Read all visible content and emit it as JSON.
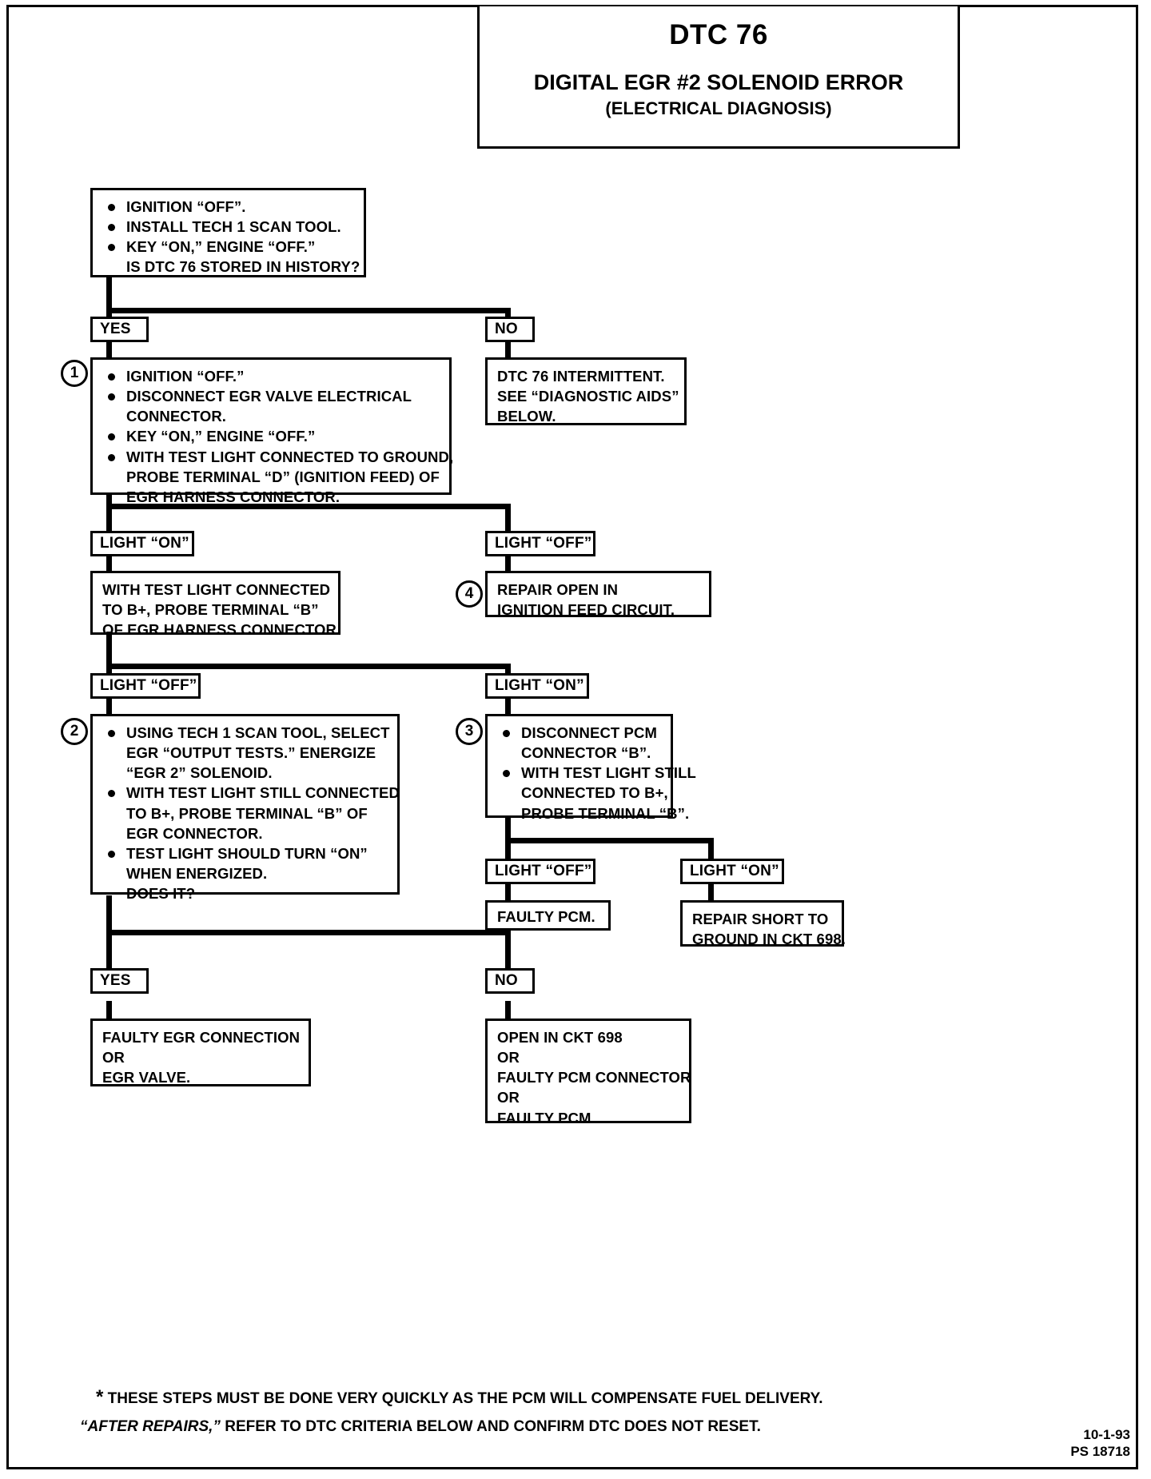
{
  "header": {
    "code": "DTC 76",
    "title": "DIGITAL EGR #2 SOLENOID ERROR",
    "subtitle": "(ELECTRICAL DIAGNOSIS)"
  },
  "nodes": {
    "start": {
      "lines": [
        "IGNITION “OFF”.",
        "INSTALL TECH 1 SCAN TOOL.",
        "KEY “ON,” ENGINE “OFF.”",
        "IS DTC 76 STORED IN HISTORY?"
      ]
    },
    "step1": {
      "number": "1",
      "lines": [
        "IGNITION “OFF.”",
        "DISCONNECT EGR VALVE ELECTRICAL",
        "CONNECTOR.",
        "KEY “ON,” ENGINE “OFF.”",
        "WITH TEST LIGHT CONNECTED TO GROUND,",
        "PROBE TERMINAL “D” (IGNITION FEED) OF",
        "EGR HARNESS CONNECTOR."
      ]
    },
    "intermittent": {
      "lines": [
        "DTC 76 INTERMITTENT.",
        "SEE “DIAGNOSTIC AIDS”",
        "BELOW."
      ]
    },
    "probe_b": {
      "lines": [
        "WITH TEST LIGHT CONNECTED",
        "TO B+, PROBE TERMINAL “B”",
        "OF EGR HARNESS CONNECTOR."
      ]
    },
    "repair_open": {
      "number": "4",
      "lines": [
        "REPAIR OPEN IN",
        "IGNITION FEED CIRCUIT."
      ]
    },
    "step2": {
      "number": "2",
      "lines": [
        "USING TECH 1 SCAN TOOL, SELECT",
        "EGR “OUTPUT TESTS.”  ENERGIZE",
        "“EGR 2” SOLENOID.",
        "WITH TEST LIGHT STILL CONNECTED",
        "TO B+, PROBE TERMINAL “B” OF",
        "EGR CONNECTOR.",
        "TEST LIGHT SHOULD TURN “ON”",
        "WHEN ENERGIZED.",
        "DOES IT?"
      ]
    },
    "step3": {
      "number": "3",
      "lines": [
        "DISCONNECT PCM",
        "CONNECTOR “B”.",
        "WITH TEST LIGHT STILL",
        "CONNECTED TO B+,",
        "PROBE TERMINAL “B”."
      ]
    },
    "faulty_pcm": {
      "lines": [
        "FAULTY PCM."
      ]
    },
    "repair_short": {
      "lines": [
        "REPAIR SHORT TO",
        "GROUND IN CKT 698."
      ]
    },
    "faulty_egr": {
      "lines": [
        "FAULTY EGR CONNECTION",
        "OR",
        "EGR  VALVE."
      ]
    },
    "open_ckt": {
      "lines": [
        "OPEN IN CKT 698",
        "OR",
        "FAULTY PCM CONNECTOR",
        "OR",
        "FAULTY PCM."
      ]
    }
  },
  "labels": {
    "yes_top": "YES",
    "no_top": "NO",
    "light_on_1": "LIGHT “ON”",
    "light_off_1": "LIGHT “OFF”",
    "light_off_2": "LIGHT “OFF”",
    "light_on_2": "LIGHT “ON”",
    "light_off_3": "LIGHT “OFF”",
    "light_on_3": "LIGHT “ON”",
    "yes_bottom": "YES",
    "no_bottom": "NO"
  },
  "footer": {
    "note1_star": "*",
    "note1": "THESE STEPS MUST BE DONE VERY QUICKLY AS THE PCM WILL COMPENSATE FUEL DELIVERY.",
    "note2_a": "“AFTER REPAIRS,”",
    "note2_b": "REFER TO DTC CRITERIA BELOW  AND CONFIRM DTC DOES NOT RESET.",
    "date": "10-1-93",
    "pubcode": "PS 18718"
  }
}
